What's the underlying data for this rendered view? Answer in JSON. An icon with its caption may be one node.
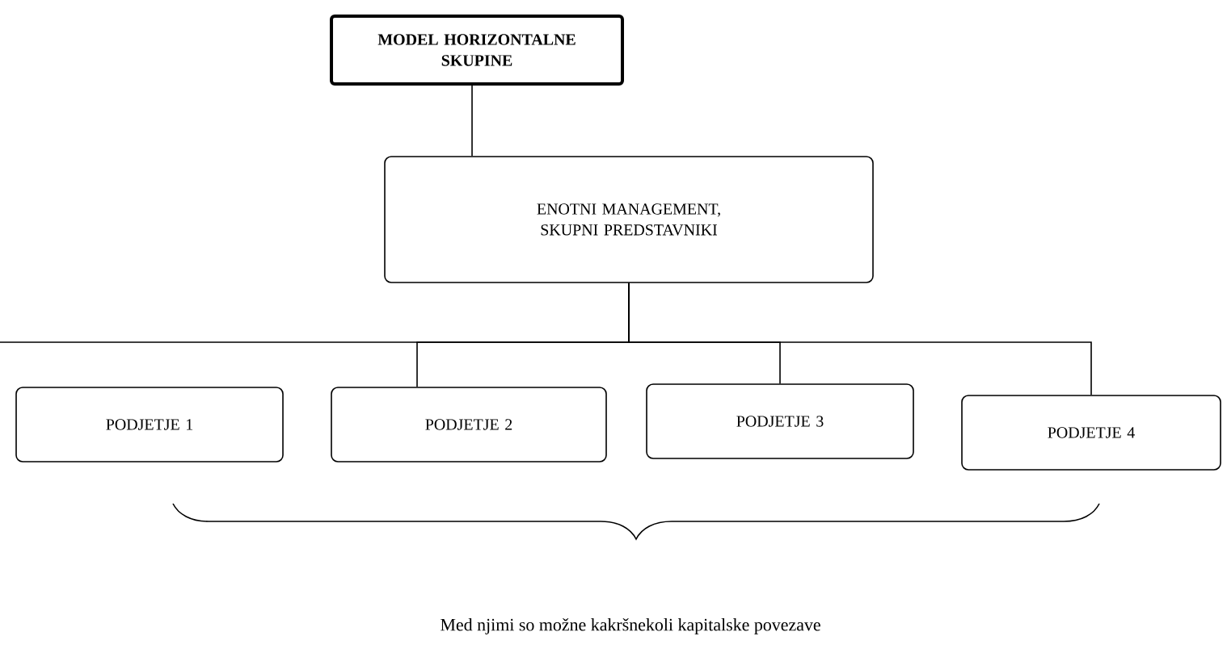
{
  "diagram": {
    "nodes": [
      {
        "text": [
          "MODEL HORIZONTALNE SKUPINE"
        ]
      },
      {
        "text": [
          "ENOTNI MANAGEMENT, SKUPNI PREDSTAVNIKI"
        ]
      },
      {
        "text": [
          "PODJETJE 1"
        ]
      },
      {
        "text": [
          "PODJETJE 2"
        ]
      },
      {
        "text": [
          "PODJETJE 3"
        ]
      },
      {
        "text": [
          "PODJETJE 4"
        ]
      }
    ],
    "edges": [
      {
        "from": 0,
        "to": 1,
        "arrow": "none"
      },
      {
        "from": 1,
        "to": 2,
        "arrow": "none"
      },
      {
        "from": 1,
        "to": 3,
        "arrow": "none"
      },
      {
        "from": 1,
        "to": 4,
        "arrow": "none"
      },
      {
        "from": 1,
        "to": 5,
        "arrow": "none"
      }
    ],
    "labels": [
      "Med njimi so možne kakršnekoli kapitalske povezave"
    ]
  }
}
